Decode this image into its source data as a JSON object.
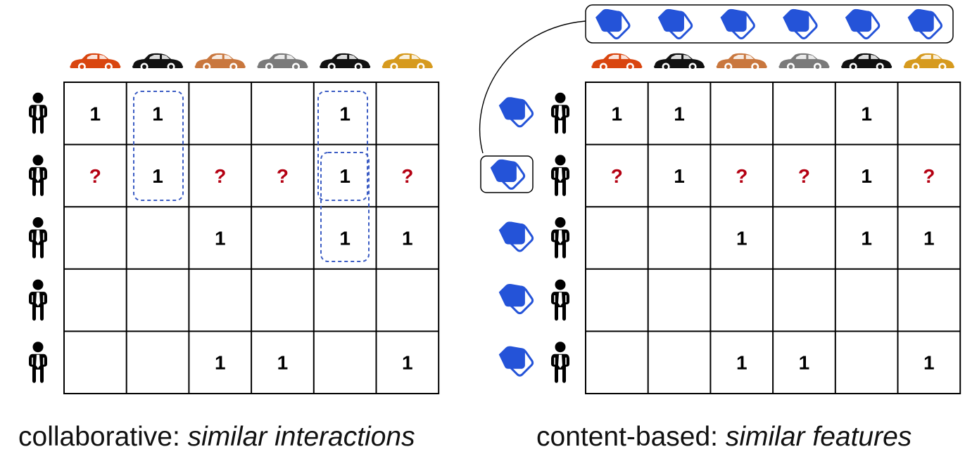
{
  "colors": {
    "tag": "#2453d8",
    "question": "#b40012",
    "grid": "#000000",
    "highlight": "#3b5cc4",
    "cars": [
      "#d9450f",
      "#111111",
      "#c9773e",
      "#7a7a7a",
      "#111111",
      "#d69a1e"
    ]
  },
  "icons": {
    "car": "car-icon",
    "user": "person-icon",
    "tag": "tag-icon"
  },
  "matrix": {
    "rows": [
      [
        "1",
        "1",
        "",
        "",
        "1",
        ""
      ],
      [
        "?",
        "1",
        "?",
        "?",
        "1",
        "?"
      ],
      [
        "",
        "",
        "1",
        "",
        "1",
        "1"
      ],
      [
        "",
        "",
        "",
        "",
        "",
        ""
      ],
      [
        "",
        "",
        "1",
        "1",
        "",
        "1"
      ]
    ]
  },
  "left_panel": {
    "caption_prefix": "collaborative: ",
    "caption_emph": "similar interactions"
  },
  "right_panel": {
    "caption_prefix": "content-based: ",
    "caption_emph": "similar features"
  }
}
